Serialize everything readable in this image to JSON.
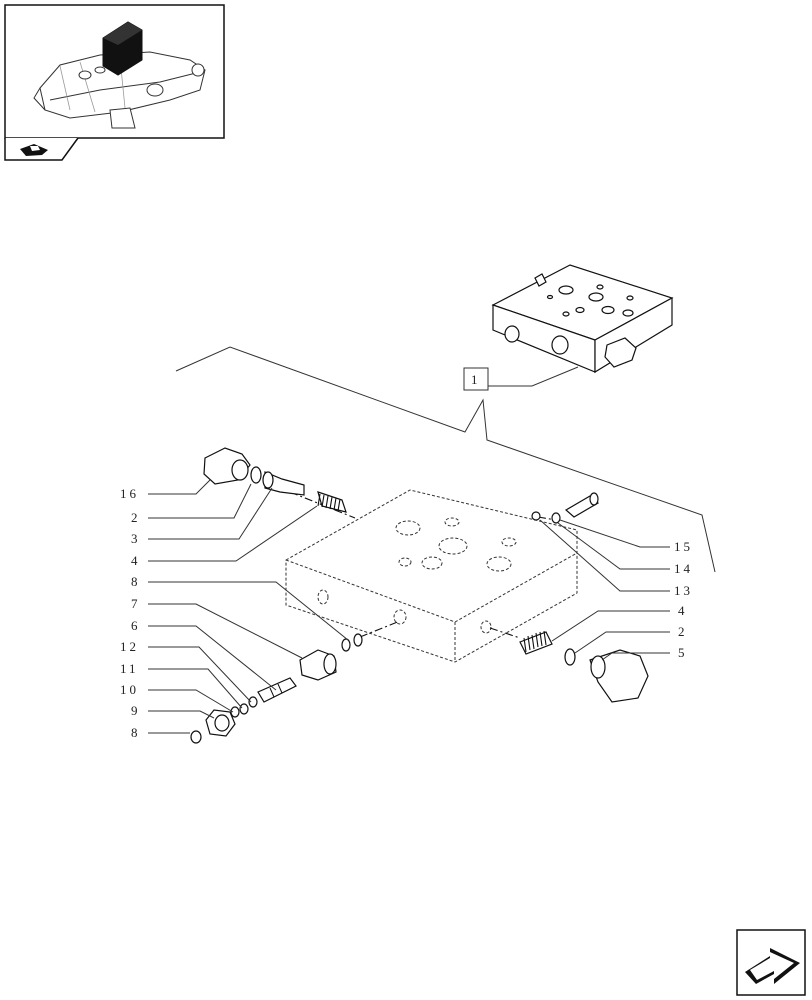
{
  "diagram": {
    "callouts": [
      {
        "id": "c16",
        "text": "16"
      },
      {
        "id": "c2a",
        "text": "2"
      },
      {
        "id": "c3",
        "text": "3"
      },
      {
        "id": "c4a",
        "text": "4"
      },
      {
        "id": "c8a",
        "text": "8"
      },
      {
        "id": "c7",
        "text": "7"
      },
      {
        "id": "c6",
        "text": "6"
      },
      {
        "id": "c12",
        "text": "12"
      },
      {
        "id": "c11",
        "text": "11"
      },
      {
        "id": "c10",
        "text": "10"
      },
      {
        "id": "c9",
        "text": "9"
      },
      {
        "id": "c8b",
        "text": "8"
      },
      {
        "id": "c15",
        "text": "15"
      },
      {
        "id": "c14",
        "text": "14"
      },
      {
        "id": "c13",
        "text": "13"
      },
      {
        "id": "c4b",
        "text": "4"
      },
      {
        "id": "c2b",
        "text": "2"
      },
      {
        "id": "c5",
        "text": "5"
      },
      {
        "id": "c1",
        "text": "1"
      }
    ]
  },
  "icons": {
    "thumbnail": "tractor-rear-housing-thumbnail",
    "section_tab": "assembly-section-icon",
    "next_page": "next-page-arrow-icon"
  }
}
